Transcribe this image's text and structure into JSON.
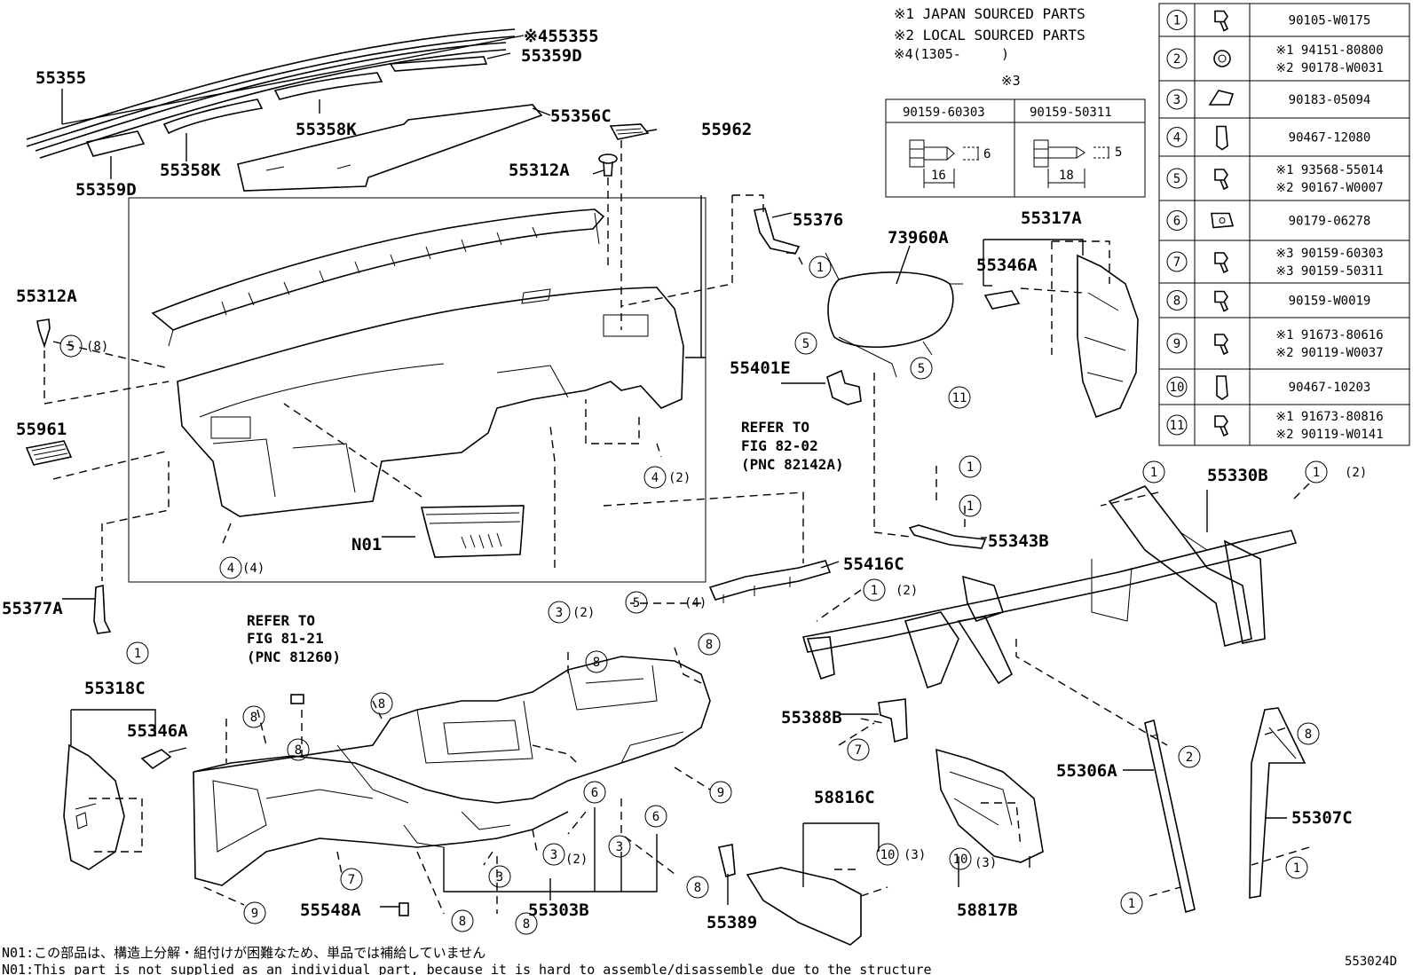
{
  "notes": {
    "japan": "※1 JAPAN SOURCED PARTS",
    "local": "※2 LOCAL SOURCED PARTS",
    "s4": "※4(1305-     )",
    "s3": "※3"
  },
  "bolt_table": {
    "col1": "90159-60303",
    "col2": "90159-50311",
    "dim1a": "6",
    "dim1b": "16",
    "dim2a": "5",
    "dim2b": "18"
  },
  "fasteners": [
    {
      "n": "1",
      "icon": "bolt-icon",
      "pn": [
        "90105-W0175"
      ]
    },
    {
      "n": "2",
      "icon": "nut-icon",
      "pn": [
        "※1 94151-80800",
        "※2 90178-W0031"
      ]
    },
    {
      "n": "3",
      "icon": "clip-nut-icon",
      "pn": [
        "90183-05094"
      ]
    },
    {
      "n": "4",
      "icon": "clip-icon",
      "pn": [
        "90467-12080"
      ]
    },
    {
      "n": "5",
      "icon": "bolt-icon",
      "pn": [
        "※1 93568-55014",
        "※2 90167-W0007"
      ]
    },
    {
      "n": "6",
      "icon": "square-nut-icon",
      "pn": [
        "90179-06278"
      ]
    },
    {
      "n": "7",
      "icon": "bolt-icon",
      "pn": [
        "※3 90159-60303",
        "※3 90159-50311"
      ]
    },
    {
      "n": "8",
      "icon": "bolt-icon",
      "pn": [
        "90159-W0019"
      ]
    },
    {
      "n": "9",
      "icon": "bolt-icon",
      "pn": [
        "※1 91673-80616",
        "※2 90119-W0037"
      ]
    },
    {
      "n": "10",
      "icon": "clip-icon",
      "pn": [
        "90467-10203"
      ]
    },
    {
      "n": "11",
      "icon": "bolt-icon",
      "pn": [
        "※1 91673-80816",
        "※2 90119-W0141"
      ]
    }
  ],
  "parts": {
    "p55355": "55355",
    "p55355b": "※455355",
    "p55359D_a": "55359D",
    "p55359D_b": "55359D",
    "p55358K_a": "55358K",
    "p55358K_b": "55358K",
    "p55356C": "55356C",
    "p55962": "55962",
    "p55312A_a": "55312A",
    "p55312A_b": "55312A",
    "p55376": "55376",
    "p73960A": "73960A",
    "p55317A": "55317A",
    "p55346A_a": "55346A",
    "p55346A_b": "55346A",
    "p55401E": "55401E",
    "p55961": "55961",
    "pN01": "N01",
    "p55377A": "55377A",
    "p55416C": "55416C",
    "p55343B": "55343B",
    "p55330B": "55330B",
    "p55318C": "55318C",
    "p55388B": "55388B",
    "p55306A": "55306A",
    "p55307C": "55307C",
    "p58816C": "58816C",
    "p58817B": "58817B",
    "p55548A": "55548A",
    "p55303B": "55303B",
    "p55389": "55389"
  },
  "refers": {
    "r1": [
      "REFER TO",
      "FIG 82-02",
      "(PNC 82142A)"
    ],
    "r2": [
      "REFER TO",
      "FIG 81-21",
      "(PNC 81260)"
    ]
  },
  "qty": {
    "q8": "(8)",
    "q2a": "(2)",
    "q4a": "(4)",
    "q2b": "(2)",
    "q4b": "(4)",
    "q2c": "(2)",
    "q2d": "(2)",
    "q2e": "(2)",
    "q3a": "(3)",
    "q3b": "(3)"
  },
  "footer": {
    "jp": "N01:この部品は、構造上分解・組付けが困難なため、単品では補給していません",
    "en": "N01:This part is not supplied as an individual part, because it is hard to assemble/disassemble due to the structure",
    "code": "553024D"
  }
}
